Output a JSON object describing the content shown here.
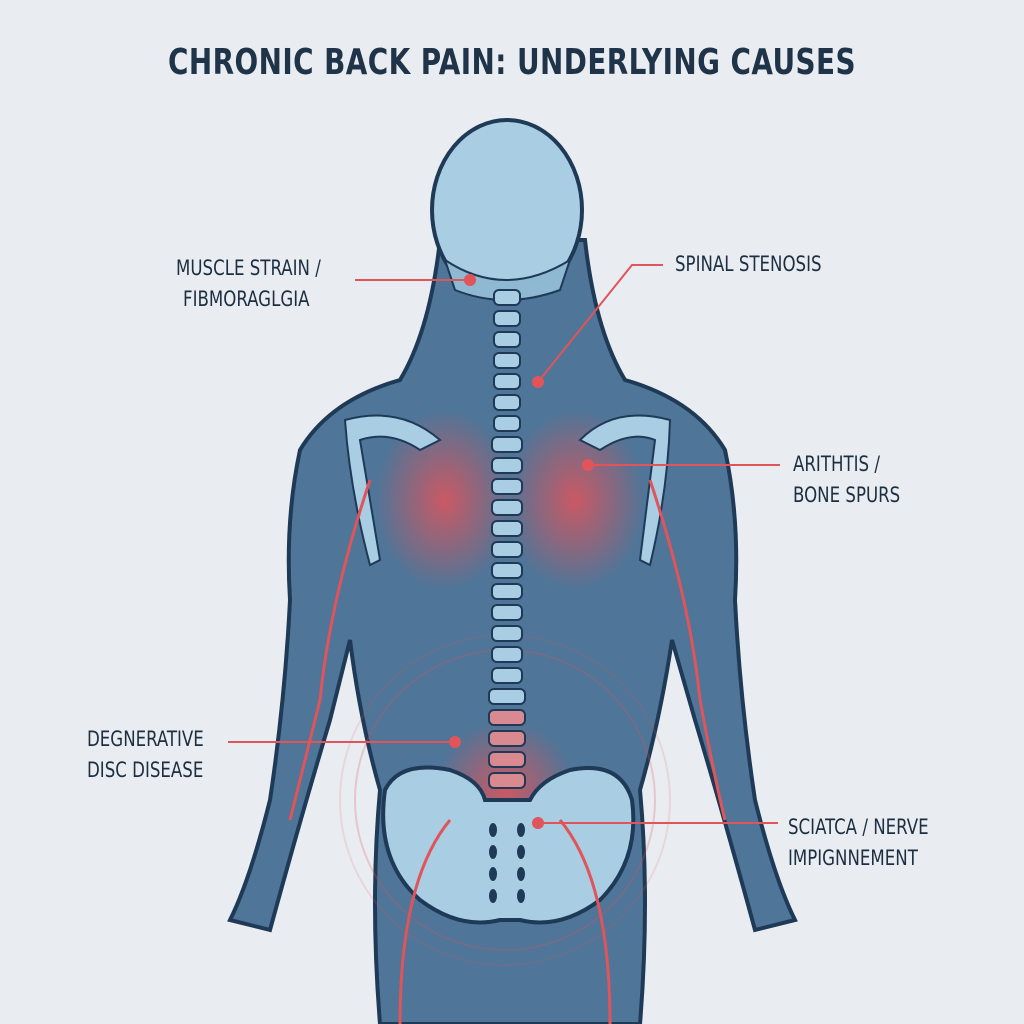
{
  "title": "CHRONIC BACK PAIN: UNDERLYING CAUSES",
  "colors": {
    "background": "#e9edf1",
    "body": "#4f7598",
    "bone": "#a9cde2",
    "outline": "#1f3a57",
    "pain": "#e0545a",
    "text": "#1c2e40"
  },
  "labels": [
    {
      "id": "muscle-strain",
      "lines": [
        "MUSCLE STRAIN /",
        "FIBMORAGLGIA"
      ]
    },
    {
      "id": "spinal-stenosis",
      "lines": [
        "SPINAL STENOSIS"
      ]
    },
    {
      "id": "arthritis",
      "lines": [
        "ARITHTIS /",
        "BONE SPURS"
      ]
    },
    {
      "id": "degenerative-disc",
      "lines": [
        "DEGNERATIVE",
        "DISC DISEASE"
      ]
    },
    {
      "id": "sciatica",
      "lines": [
        "SCIATCA / NERVE",
        "IMPIGNNEMENT"
      ]
    }
  ]
}
